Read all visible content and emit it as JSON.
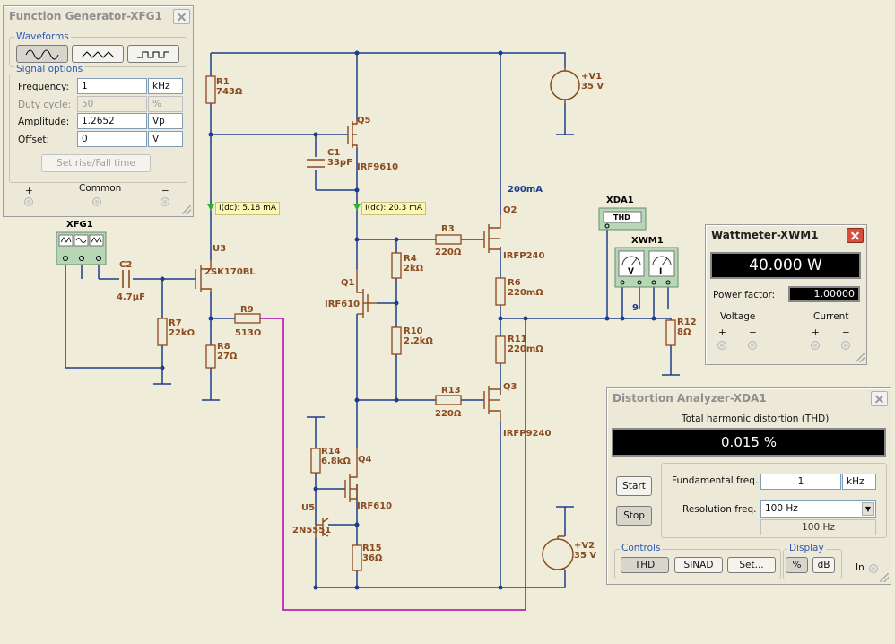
{
  "circuit": {
    "components": [
      {
        "ref": "R1",
        "value": "743Ω"
      },
      {
        "ref": "Q5",
        "value": "IRF9610"
      },
      {
        "ref": "C1",
        "value": "33pF"
      },
      {
        "ref": "V1",
        "value": "35 V",
        "sign": "+V1"
      },
      {
        "ref": "Q2",
        "value": "IRFP240"
      },
      {
        "ref": "R3",
        "value": "220Ω"
      },
      {
        "ref": "R4",
        "value": "2kΩ"
      },
      {
        "ref": "Q1",
        "value": "IRF610"
      },
      {
        "ref": "R10",
        "value": "2.2kΩ"
      },
      {
        "ref": "R6",
        "value": "220mΩ"
      },
      {
        "ref": "R11",
        "value": "220mΩ"
      },
      {
        "ref": "R12",
        "value": "8Ω"
      },
      {
        "ref": "U3",
        "value": "2SK170BL"
      },
      {
        "ref": "C2",
        "value": "4.7µF"
      },
      {
        "ref": "R7",
        "value": "22kΩ"
      },
      {
        "ref": "R8",
        "value": "27Ω"
      },
      {
        "ref": "R9",
        "value": "513Ω"
      },
      {
        "ref": "R13",
        "value": "220Ω"
      },
      {
        "ref": "Q3",
        "value": "IRFP9240"
      },
      {
        "ref": "R14",
        "value": "6.8kΩ"
      },
      {
        "ref": "Q4",
        "value": "IRF610"
      },
      {
        "ref": "U5",
        "value": "2N5551"
      },
      {
        "ref": "R15",
        "value": "36Ω"
      },
      {
        "ref": "V2",
        "value": "35 V",
        "sign": "+V2"
      }
    ],
    "instrument_labels": {
      "xfg": "XFG1",
      "xda": "XDA1",
      "xwm": "XWM1"
    },
    "current_label": "200mA",
    "probe_u3": "I(dc): 5.18 mA",
    "probe_q1": "I(dc): 20.3 mA",
    "xda_chip_text": "THD",
    "xwm_node": "9",
    "wattmeter_chip": {
      "v": "V",
      "i": "I"
    },
    "colors": {
      "wire": "#1e3c8c",
      "component": "#8b4a1f",
      "probe_wire": "#b000b0",
      "background": "#efecd9"
    }
  },
  "function_generator": {
    "title": "Function Generator-XFG1",
    "waveforms_label": "Waveforms",
    "waveform_buttons": [
      "sine-wave-icon",
      "triangle-wave-icon",
      "square-wave-icon"
    ],
    "selected_waveform": "sine",
    "signal_options_label": "Signal options",
    "rows": [
      {
        "label": "Frequency:",
        "value": "1",
        "unit": "kHz",
        "enabled": true
      },
      {
        "label": "Duty cycle:",
        "value": "50",
        "unit": "%",
        "enabled": false
      },
      {
        "label": "Amplitude:",
        "value": "1.2652",
        "unit": "Vp",
        "enabled": true
      },
      {
        "label": "Offset:",
        "value": "0",
        "unit": "V",
        "enabled": true
      }
    ],
    "rise_fall_button": "Set rise/Fall time",
    "terminals": {
      "plus": "+",
      "common": "Common",
      "minus": "−"
    }
  },
  "wattmeter": {
    "title": "Wattmeter-XWM1",
    "reading": "40.000 W",
    "pf_label": "Power factor:",
    "pf_value": "1.00000",
    "voltage_label": "Voltage",
    "current_label": "Current",
    "plus": "+",
    "minus": "−"
  },
  "distortion_analyzer": {
    "title": "Distortion Analyzer-XDA1",
    "header": "Total harmonic distortion (THD)",
    "reading": "0.015 %",
    "start_button": "Start",
    "stop_button": "Stop",
    "fundamental_label": "Fundamental freq.",
    "fundamental_value": "1",
    "fundamental_unit": "kHz",
    "resolution_label": "Resolution freq.",
    "resolution_selected": "100 Hz",
    "resolution_readout": "100 Hz",
    "controls_label": "Controls",
    "thd_button": "THD",
    "sinad_button": "SINAD",
    "set_button": "Set...",
    "display_label": "Display",
    "percent_button": "%",
    "db_button": "dB",
    "input_label": "In"
  }
}
